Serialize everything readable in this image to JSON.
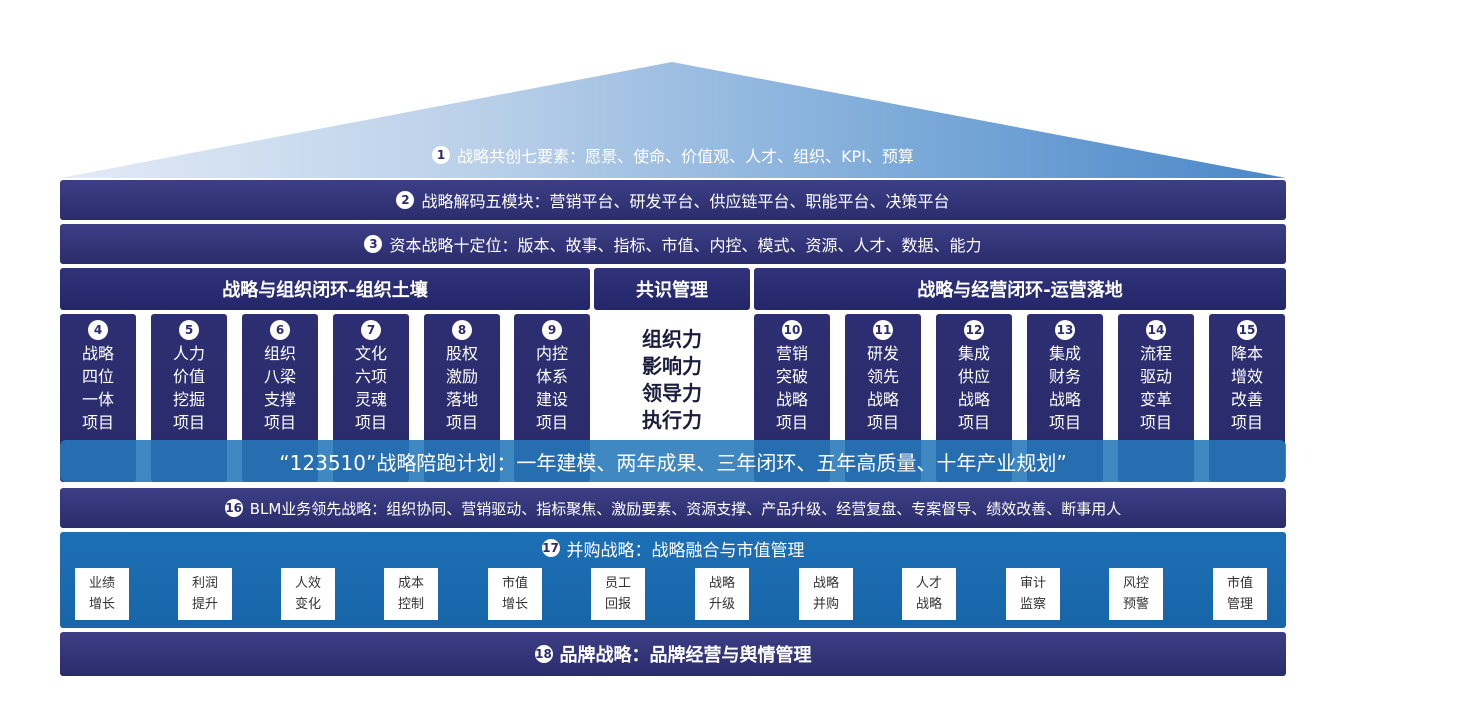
{
  "roof": {
    "num": "1",
    "text": "战略共创七要素：愿景、使命、价值观、人才、组织、KPI、预算"
  },
  "band2": {
    "num": "2",
    "text": "战略解码五模块：营销平台、研发平台、供应链平台、职能平台、决策平台"
  },
  "band3": {
    "num": "3",
    "text": "资本战略十定位：版本、故事、指标、市值、内控、模式、资源、人才、数据、能力"
  },
  "headers": {
    "left": "战略与组织闭环-组织土壤",
    "center": "共识管理",
    "right": "战略与经营闭环-运营落地"
  },
  "pillars_left": [
    {
      "num": "4",
      "text": "战略四位一体项目"
    },
    {
      "num": "5",
      "text": "人力价值挖掘项目"
    },
    {
      "num": "6",
      "text": "组织八梁支撑项目"
    },
    {
      "num": "7",
      "text": "文化六项灵魂项目"
    },
    {
      "num": "8",
      "text": "股权激励落地项目"
    },
    {
      "num": "9",
      "text": "内控体系建设项目"
    }
  ],
  "center_text": "组织力影响力领导力执行力",
  "pillars_right": [
    {
      "num": "10",
      "text": "营销突破战略项目"
    },
    {
      "num": "11",
      "text": "研发领先战略项目"
    },
    {
      "num": "12",
      "text": "集成供应战略项目"
    },
    {
      "num": "13",
      "text": "集成财务战略项目"
    },
    {
      "num": "14",
      "text": "流程驱动变革项目"
    },
    {
      "num": "15",
      "text": "降本增效改善项目"
    }
  ],
  "plan": "“123510”战略陪跑计划：一年建模、两年成果、三年闭环、五年高质量、十年产业规划”",
  "band16": {
    "num": "16",
    "text": "BLM业务领先战略：组织协同、营销驱动、指标聚焦、激励要素、资源支撑、产品升级、经营复盘、专案督导、绩效改善、断事用人"
  },
  "band17": {
    "num": "17",
    "title": "并购战略：战略融合与市值管理",
    "boxes": [
      "业绩增长",
      "利润提升",
      "人效变化",
      "成本控制",
      "市值增长",
      "员工回报",
      "战略升级",
      "战略并购",
      "人才战略",
      "审计监察",
      "风控预警",
      "市值管理"
    ]
  },
  "band18": {
    "num": "18",
    "text": "品牌战略：品牌经营与舆情管理"
  },
  "colors": {
    "navy": "#2b2c6c",
    "blue": "#1d6fb5",
    "roof_light": "#dfe8f5",
    "roof_dark": "#4a87c7"
  }
}
